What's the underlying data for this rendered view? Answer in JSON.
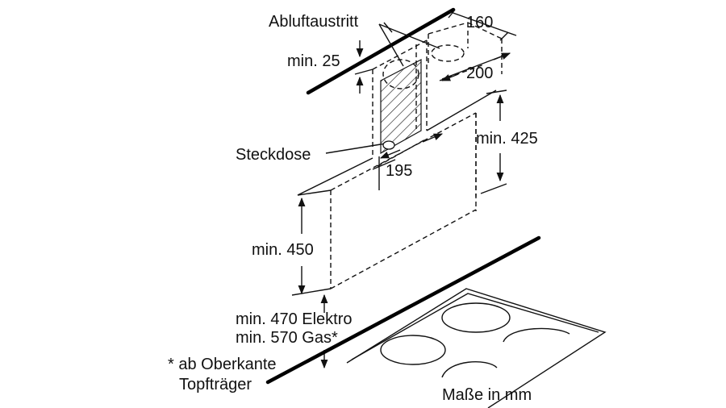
{
  "labels": {
    "exhaust_outlet": "Abluftaustritt",
    "min_25": "min. 25",
    "dim_160": "160",
    "dim_200": "200",
    "min_425": "min. 425",
    "socket": "Steckdose",
    "dim_195": "195",
    "min_450": "min. 450",
    "min_470": "min. 470 Elektro",
    "min_570": "min. 570 Gas*",
    "footnote_line1": "* ab Oberkante",
    "footnote_line2": "Topfträger",
    "units": "Maße in mm"
  },
  "colors": {
    "line": "#111111",
    "hatch": "#222222",
    "background": "#ffffff"
  }
}
